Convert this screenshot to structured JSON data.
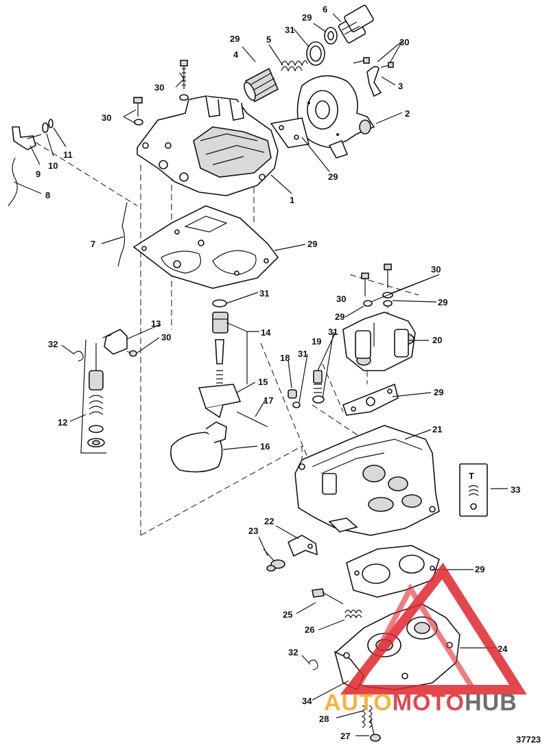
{
  "diagram": {
    "figure_number": "37723",
    "callouts": {
      "c1": "1",
      "c2": "2",
      "c3": "3",
      "c4": "4",
      "c5": "5",
      "c6": "6",
      "c7": "7",
      "c8": "8",
      "c9": "9",
      "c10": "10",
      "c11": "11",
      "c12": "12",
      "c13": "13",
      "c14": "14",
      "c15": "15",
      "c16": "16",
      "c17": "17",
      "c18": "18",
      "c19": "19",
      "c20": "20",
      "c21": "21",
      "c22": "22",
      "c23": "23",
      "c24": "24",
      "c25": "25",
      "c26": "26",
      "c27": "27",
      "c28": "28",
      "c29": "29",
      "c30": "30",
      "c31": "31",
      "c32": "32",
      "c33": "33",
      "c34": "34"
    },
    "kit_symbol": "T"
  },
  "watermark": {
    "part1": "AUTO",
    "part2": "MOTO",
    "part3": "HUB",
    "colors": {
      "orange": "#f5a623",
      "red": "#e0262e",
      "gray": "#555555"
    }
  }
}
